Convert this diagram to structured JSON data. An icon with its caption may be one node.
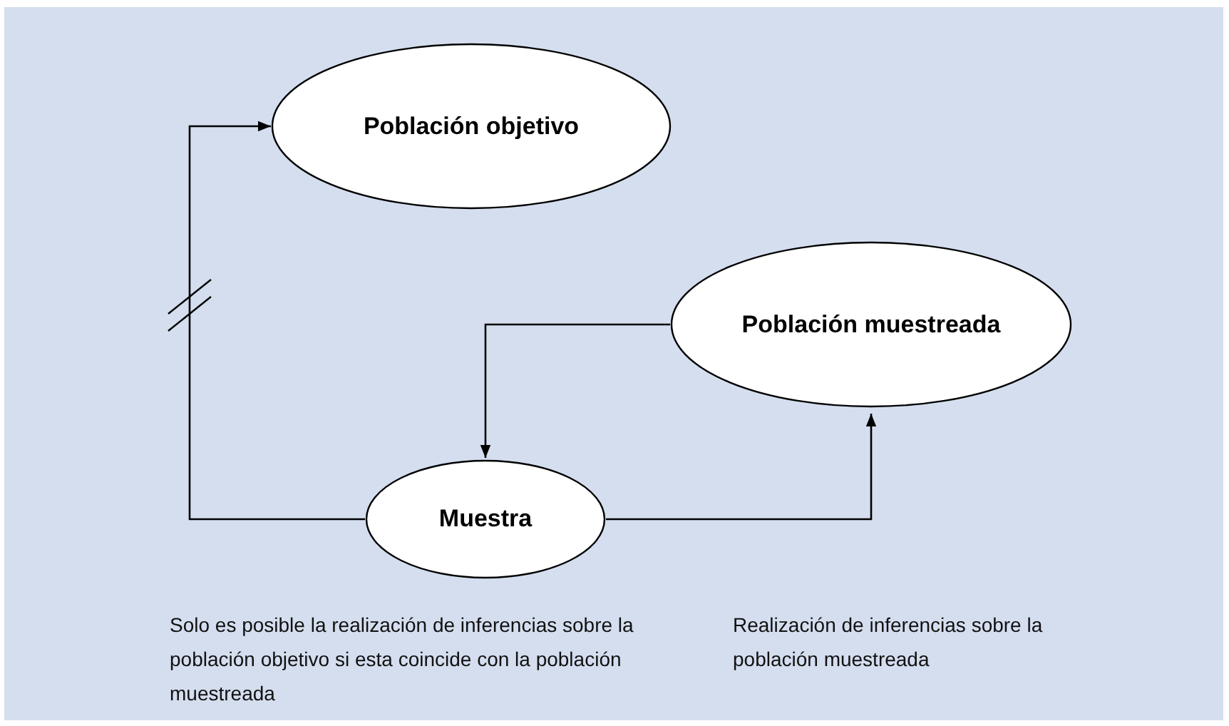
{
  "diagram": {
    "nodes": [
      {
        "text": [
          "Población objetivo"
        ]
      },
      {
        "text": [
          "Población muestreada"
        ]
      },
      {
        "text": [
          "Muestra"
        ]
      }
    ],
    "edges": [
      {
        "from": 2,
        "to": 0,
        "arrow": "to"
      },
      {
        "from": 1,
        "to": 2,
        "arrow": "to"
      },
      {
        "from": 2,
        "to": 1,
        "arrow": "to"
      }
    ],
    "labels": [
      "Solo es posible la realización de inferencias sobre la población objetivo si esta coincide con la población muestreada",
      "Realización de inferencias sobre la población muestreada"
    ]
  }
}
